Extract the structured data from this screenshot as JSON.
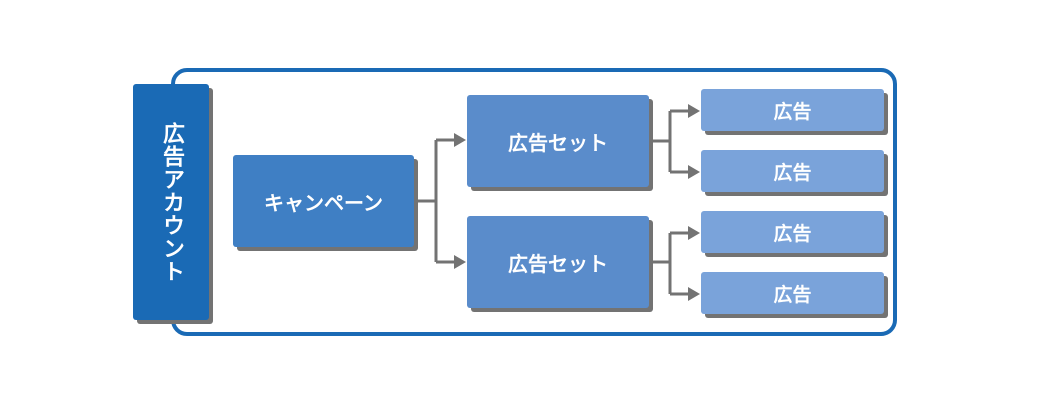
{
  "diagram": {
    "account": {
      "label": "広告アカウント"
    },
    "campaign": {
      "label": "キャンペーン"
    },
    "ad_sets": [
      {
        "label": "広告セット",
        "ads": [
          {
            "label": "広告"
          },
          {
            "label": "広告"
          }
        ]
      },
      {
        "label": "広告セット",
        "ads": [
          {
            "label": "広告"
          },
          {
            "label": "広告"
          }
        ]
      }
    ],
    "colors": {
      "frame_border": "#1a6ab5",
      "account_fill": "#1a6ab5",
      "campaign_fill": "#3f7fc4",
      "ad_set_fill": "#5a8ccb",
      "ad_fill": "#7aa3da",
      "connector": "#737373",
      "shadow": "#737373"
    }
  }
}
